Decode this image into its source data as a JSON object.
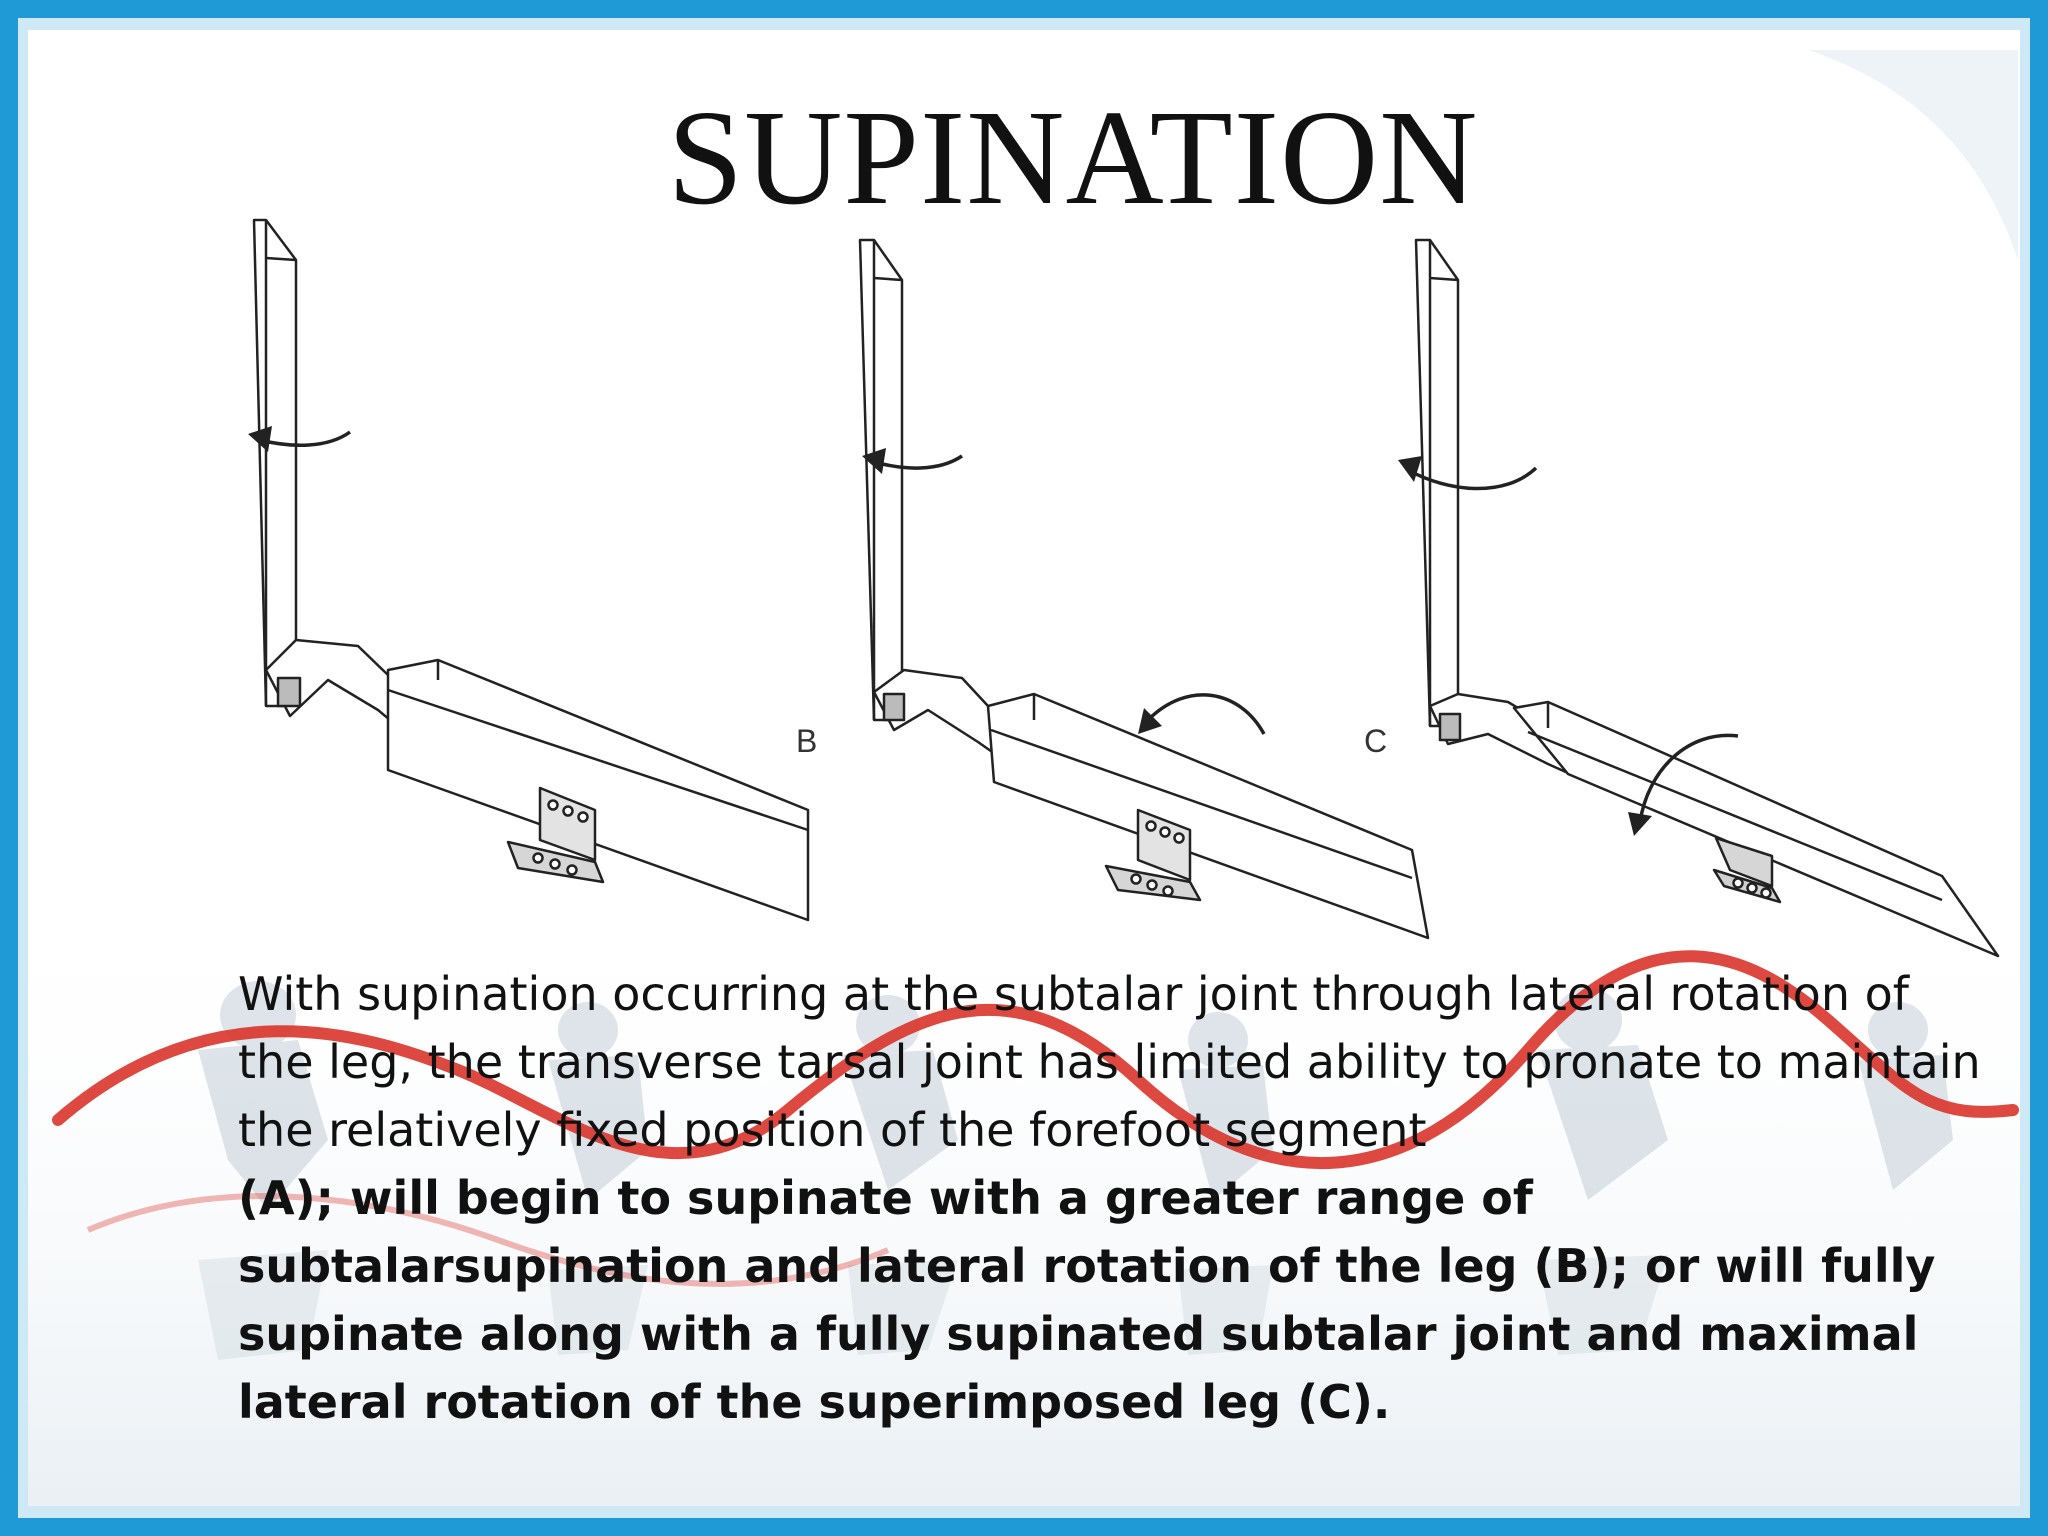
{
  "slide": {
    "title": "SUPINATION",
    "figure": {
      "labels": [
        "B",
        "C"
      ]
    },
    "caption": {
      "normal": "With supination occurring at the subtalar joint through lateral rotation of the leg, the transverse tarsal joint has limited ability to pronate to maintain the relatively fixed position of the forefoot segment",
      "bold": "(A); will begin to supinate with a greater range of subtalarsupination and lateral rotation of the leg (B); or will fully supinate along with a fully supinated subtalar joint and maximal lateral rotation of the superimposed leg (C)."
    }
  },
  "colors": {
    "frame": "#1f9ad6",
    "ribbon": "#d9342b",
    "text": "#111111"
  }
}
